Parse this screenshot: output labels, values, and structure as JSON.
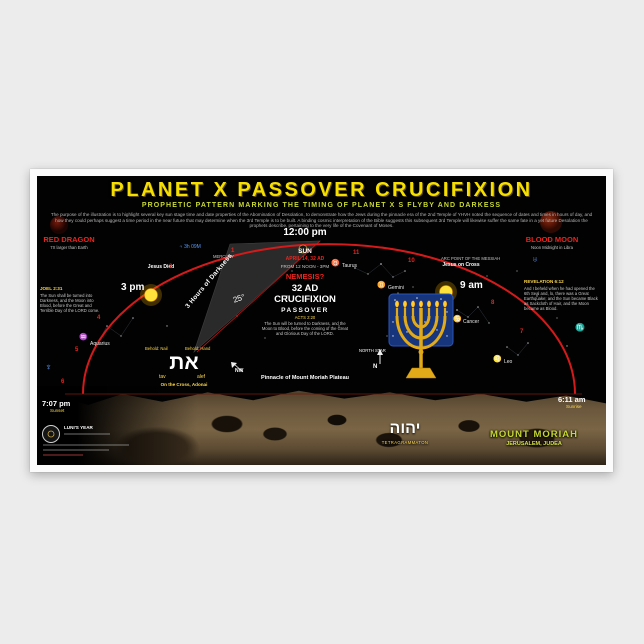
{
  "poster": {
    "title": "PLANET X PASSOVER CRUCIFIXION",
    "subtitle": "PROPHETIC PATTERN MARKING THE TIMING OF PLANET X S FLYBY AND DARKESS",
    "intro": "The purpose of the illustration is to highlight several key sun stage time and date properties of the Abomination of Desolation, to demonstrate how the Jews during the pinnacle era of the 2nd Temple of YHVH noted the sequence of dates and times in hours of day, and how they could perhaps suggest a time period in the near future that may determine when the 3rd Temple is to be built. A binding cosmic interpretation of the Bible suggests this subsequent 3rd Temple will likewise suffer the same fate in a yet future Desolation the prophets describe, pertaining to the very life of the Covenant of Moses."
  },
  "left": {
    "red_dragon": "RED DRAGON",
    "red_dragon_note": "7X larger than Earth",
    "joel_ref": "JOEL 2:31",
    "joel_text": "The Sun shall be turned into Darkness, and the Moon into Blood, before the Great and Terrible Day of the LORD come.",
    "sunset_time": "7:07 pm",
    "sunset_label": "Sunset",
    "logo_label": "LUNI'S YEAR"
  },
  "right": {
    "blood_moon": "BLOOD MOON",
    "blood_moon_note": "Noon Midnight in Libra",
    "rev_ref": "REVELATION 6:12",
    "rev_text": "And I beheld when he had opened the 6th Seal and, lo, there was a Great Earthquake; and the Sun became Black as Sackcloth of Hair, and the Moon became as Blood.",
    "sunrise_time": "6:11 am",
    "sunrise_label": "Sunrise"
  },
  "arc": {
    "noon": "12:00 pm",
    "three_pm": "3 pm",
    "nine_am": "9 am",
    "jesus_died": "Jesus Died",
    "jesus_on_cross": "Jesus on Cross",
    "darkness": "3 Hours of Darkness",
    "angle": "25°",
    "hours": [
      "11",
      "10",
      "8",
      "7",
      "1",
      "2",
      "4",
      "5",
      "6"
    ],
    "jupiter_time": "♃ 3h 09M",
    "mercury": "MERCURY",
    "arc_point": "ARC POINT OF THE MESSIAH"
  },
  "zodiac": {
    "aquarius": "Aquarius",
    "taurus": "Taurus",
    "gemini": "Gemini",
    "cancer": "Cancer",
    "leo": "Leo"
  },
  "center": {
    "sun": "SUN",
    "date": "APRIL 14, 32 AD",
    "window": "FROM 12 NOON - 3PM",
    "nemesis": "NEMESIS?",
    "year": "32 AD",
    "crucifixion": "CRUCIFIXION",
    "passover": "PASSOVER",
    "note_ref": "ACTS 2:20",
    "note_text": "The Sun will be turned to Darkness, and the Moon to Blood, before the coming of the Great and Glorious Day of the LORD.",
    "pinnacle": "Pinnacle of Mount Moriah Plateau"
  },
  "hebrew": {
    "behold_nail": "Behold: Nail",
    "behold_hand": "Behold: Hand",
    "aleph_tav": "את",
    "tav": "tav",
    "alef": "alef",
    "on_the_cross": "On the Cross, Adonai"
  },
  "compass": {
    "n": "N",
    "nw": "NW",
    "north_star": "NORTH STAR"
  },
  "bottom": {
    "yhwh": "יהוה",
    "tetragrammaton": "TETRAGRAMMATON",
    "mount_moriah": "MOUNT MORIAH",
    "location": "JERUSALEM, JUDEA"
  },
  "glyphs": {
    "neptune": "♆",
    "aquarius": "♒",
    "uranus": "♅",
    "scorpio": "♏",
    "taurus": "♉",
    "gemini": "♊",
    "cancer": "♋",
    "leo": "♌"
  },
  "colors": {
    "accent_yellow": "#f6df00",
    "accent_red": "#e8251f",
    "accent_blue": "#5a9cff",
    "accent_lime": "#c6d92e",
    "poster_bg": "#000000"
  }
}
